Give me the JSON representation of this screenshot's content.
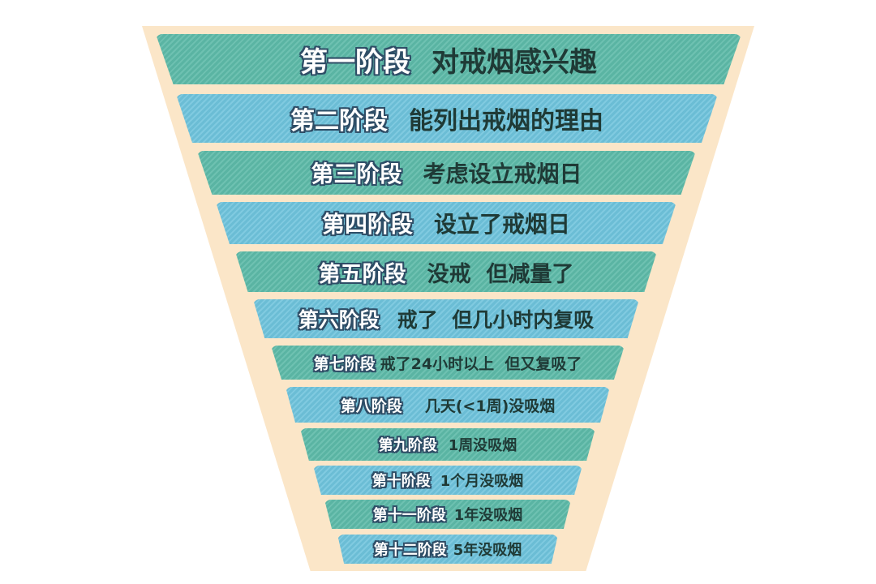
{
  "diagram": {
    "type": "inverted-funnel",
    "colors": {
      "background": "#ffffff",
      "funnel_frame": "#fbe6c8",
      "teal": "#5dbaa8",
      "blue": "#6ec3dc",
      "label_outline": "#2e4d66",
      "desc_text": "#1f3a36"
    },
    "stages": [
      {
        "label": "第一阶段",
        "desc": "对戒烟感兴趣"
      },
      {
        "label": "第二阶段",
        "desc": "能列出戒烟的理由"
      },
      {
        "label": "第三阶段",
        "desc": "考虑设立戒烟日"
      },
      {
        "label": "第四阶段",
        "desc": "设立了戒烟日"
      },
      {
        "label": "第五阶段",
        "desc": "没戒  但减量了"
      },
      {
        "label": "第六阶段",
        "desc": "戒了  但几小时内复吸"
      },
      {
        "label": "第七阶段",
        "desc": "戒了24小时以上  但又复吸了"
      },
      {
        "label": "第八阶段",
        "desc": "几天(<1周)没吸烟"
      },
      {
        "label": "第九阶段",
        "desc": "1周没吸烟"
      },
      {
        "label": "第十阶段",
        "desc": "1个月没吸烟"
      },
      {
        "label": "第十一阶段",
        "desc": "1年没吸烟"
      },
      {
        "label": "第十二阶段",
        "desc": "5年没吸烟"
      }
    ]
  }
}
